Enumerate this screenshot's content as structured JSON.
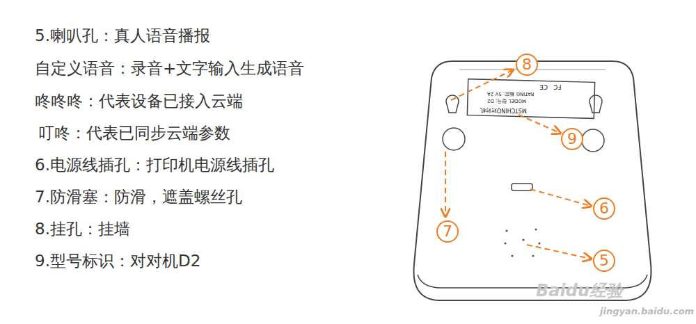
{
  "diagram": {
    "nodes": [
      {
        "text": [
          "8"
        ]
      },
      {
        "text": [
          "9"
        ]
      },
      {
        "text": [
          "6"
        ]
      },
      {
        "text": [
          "7"
        ]
      },
      {
        "text": [
          "5"
        ]
      }
    ],
    "labels": [
      "5.喇叭孔：真人语音播报",
      "自定义语音：录音+文字输入生成语音",
      "咚咚咚：代表设备已接入云端",
      "叮咚：代表已同步云端参数",
      "6.电源线插孔：打印机电源线插孔",
      "7.防滑塞：防滑，遮盖螺丝孔",
      "8.挂孔：挂墙",
      "9.型号标识：对对机D2",
      "MSTCHINO对对机",
      "MODEL 型号: D2",
      "RATING 额定: 5V 2A",
      "FC",
      "CE",
      "Baidu经验",
      "jingyan.baidu.com"
    ]
  }
}
